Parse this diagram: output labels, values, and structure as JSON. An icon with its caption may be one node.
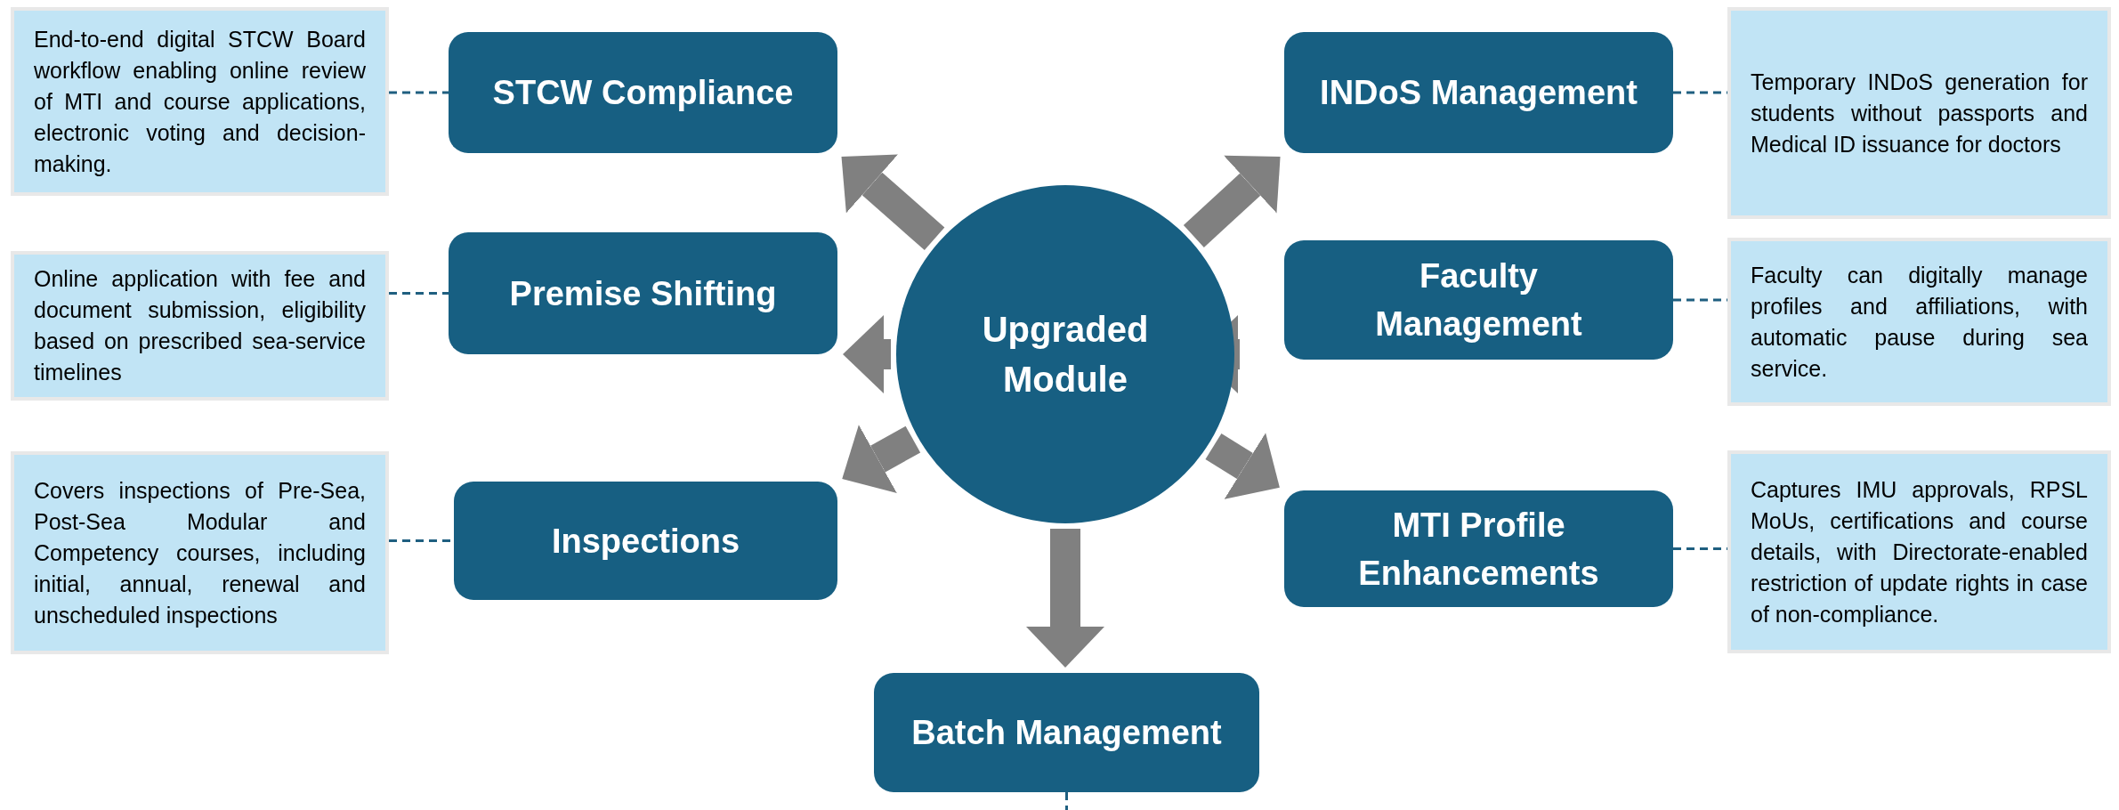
{
  "diagram": {
    "nodes": [
      {
        "text": [
          "End-to-end digital STCW Board workflow enabling online review of MTI and course applications, electronic voting and decision-making."
        ]
      },
      {
        "text": [
          "STCW Compliance"
        ]
      },
      {
        "text": [
          "INDoS Management"
        ]
      },
      {
        "text": [
          "Temporary INDoS generation for students without passports and Medical ID issuance for doctors"
        ]
      },
      {
        "text": [
          "Online application with fee and document submission, eligibility based on prescribed sea-service timelines"
        ]
      },
      {
        "text": [
          "Premise Shifting"
        ]
      },
      {
        "text": [
          "Upgraded Module"
        ]
      },
      {
        "text": [
          "Faculty Management"
        ]
      },
      {
        "text": [
          "Faculty can digitally manage profiles and affiliations, with automatic pause during sea service."
        ]
      },
      {
        "text": [
          "Covers inspections of Pre-Sea, Post-Sea Modular and Competency courses, including initial, annual, renewal and unscheduled inspections"
        ]
      },
      {
        "text": [
          "Inspections"
        ]
      },
      {
        "text": [
          "MTI Profile Enhancements"
        ]
      },
      {
        "text": [
          "Captures IMU approvals, RPSL MoUs, certifications and course details, with Directorate-enabled restriction of update rights in case of non-compliance."
        ]
      },
      {
        "text": [
          "Batch Management"
        ]
      }
    ],
    "edges": [
      {
        "from": 6,
        "to": 1,
        "arrow": "to",
        "style": "thick"
      },
      {
        "from": 6,
        "to": 2,
        "arrow": "to",
        "style": "thick"
      },
      {
        "from": 6,
        "to": 5,
        "arrow": "to",
        "style": "thick"
      },
      {
        "from": 6,
        "to": 7,
        "arrow": "to",
        "style": "thick"
      },
      {
        "from": 6,
        "to": 10,
        "arrow": "to",
        "style": "thick"
      },
      {
        "from": 6,
        "to": 11,
        "arrow": "to",
        "style": "thick"
      },
      {
        "from": 6,
        "to": 13,
        "arrow": "to",
        "style": "thick"
      },
      {
        "from": 0,
        "to": 1,
        "arrow": "none",
        "style": "dashed",
        "color": "#1f5f80"
      },
      {
        "from": 3,
        "to": 2,
        "arrow": "none",
        "style": "dashed",
        "color": "#1f5f80"
      },
      {
        "from": 4,
        "to": 5,
        "arrow": "none",
        "style": "dashed",
        "color": "#1f5f80"
      },
      {
        "from": 8,
        "to": 7,
        "arrow": "none",
        "style": "dashed",
        "color": "#1f5f80"
      },
      {
        "from": 9,
        "to": 10,
        "arrow": "none",
        "style": "dashed",
        "color": "#1f5f80"
      },
      {
        "from": 12,
        "to": 11,
        "arrow": "none",
        "style": "dashed",
        "color": "#1f5f80"
      },
      {
        "from": 13,
        "to": null,
        "arrow": "none",
        "style": "dashed",
        "color": "#1f5f80"
      }
    ]
  }
}
